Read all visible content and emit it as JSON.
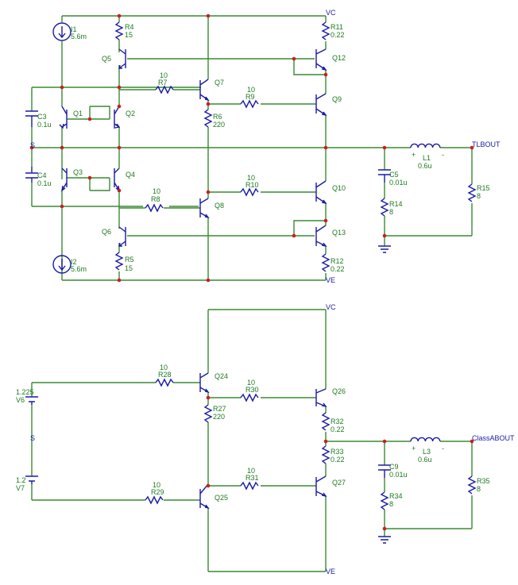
{
  "nets": {
    "vc": "VC",
    "ve": "VE",
    "s": "S",
    "tl_out": "TLBOUT",
    "class_out": "ClassABOUT"
  },
  "components": {
    "I1": {
      "name": "I1",
      "value": "5.6m"
    },
    "I2": {
      "name": "I2",
      "value": "5.6m"
    },
    "R4": {
      "name": "R4",
      "value": "15"
    },
    "R5": {
      "name": "R5",
      "value": "15"
    },
    "R6": {
      "name": "R6",
      "value": "220"
    },
    "R7": {
      "name": "R7",
      "value": "10"
    },
    "R8": {
      "name": "R8",
      "value": "10"
    },
    "R9": {
      "name": "R9",
      "value": "10"
    },
    "R10": {
      "name": "R10",
      "value": "10"
    },
    "R11": {
      "name": "R11",
      "value": "0.22"
    },
    "R12": {
      "name": "R12",
      "value": "0.22"
    },
    "R14": {
      "name": "R14",
      "value": "8"
    },
    "R15": {
      "name": "R15",
      "value": "8"
    },
    "C3": {
      "name": "C3",
      "value": "0.1u"
    },
    "C4": {
      "name": "C4",
      "value": "0.1u"
    },
    "C5": {
      "name": "C5",
      "value": "0.01u"
    },
    "L1": {
      "name": "L1",
      "value": "0.6u"
    },
    "Q1": {
      "name": "Q1"
    },
    "Q2": {
      "name": "Q2"
    },
    "Q3": {
      "name": "Q3"
    },
    "Q4": {
      "name": "Q4"
    },
    "Q5": {
      "name": "Q5"
    },
    "Q6": {
      "name": "Q6"
    },
    "Q7": {
      "name": "Q7"
    },
    "Q8": {
      "name": "Q8"
    },
    "Q9": {
      "name": "Q9"
    },
    "Q10": {
      "name": "Q10"
    },
    "Q12": {
      "name": "Q12"
    },
    "Q13": {
      "name": "Q13"
    },
    "V6": {
      "name": "V6",
      "value": "1.225"
    },
    "V7": {
      "name": "V7",
      "value": "1.2"
    },
    "R27": {
      "name": "R27",
      "value": "220"
    },
    "R28": {
      "name": "R28",
      "value": "10"
    },
    "R29": {
      "name": "R29",
      "value": "10"
    },
    "R30": {
      "name": "R30",
      "value": "10"
    },
    "R31": {
      "name": "R31",
      "value": "10"
    },
    "R32": {
      "name": "R32",
      "value": "0.22"
    },
    "R33": {
      "name": "R33",
      "value": "0.22"
    },
    "R34": {
      "name": "R34",
      "value": "8"
    },
    "R35": {
      "name": "R35",
      "value": "8"
    },
    "C9": {
      "name": "C9",
      "value": "0.01u"
    },
    "L3": {
      "name": "L3",
      "value": "0.6u"
    },
    "Q24": {
      "name": "Q24"
    },
    "Q25": {
      "name": "Q25"
    },
    "Q26": {
      "name": "Q26"
    },
    "Q27": {
      "name": "Q27"
    }
  },
  "symbols": {
    "plus": "+",
    "minus": "-"
  }
}
